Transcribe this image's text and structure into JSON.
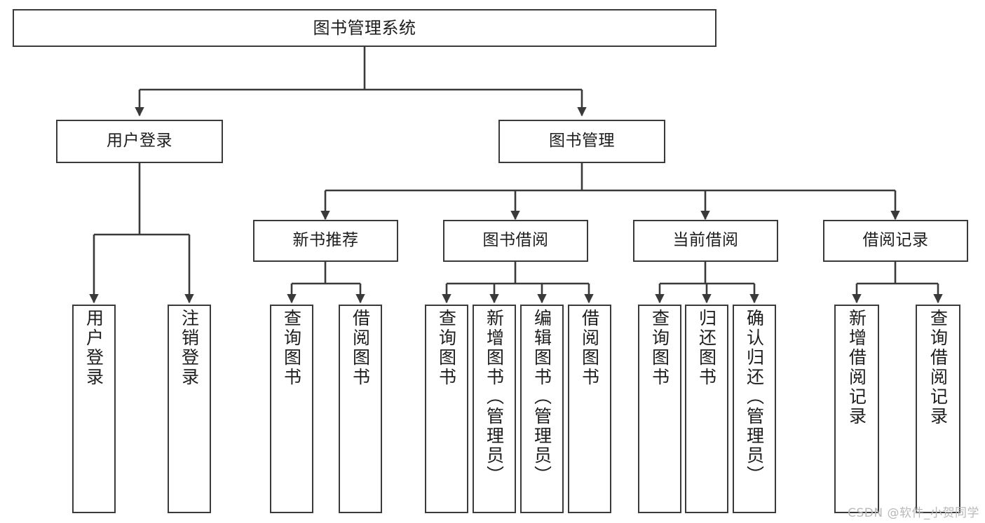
{
  "diagram": {
    "type": "tree-hierarchy",
    "title": "图书管理系统",
    "orientation": "top-down",
    "colors": {
      "box_border": "#3a3a3a",
      "box_fill": "#ffffff",
      "connector": "#3a3a3a",
      "text": "#1d1d1d",
      "watermark": "#b9b9b9",
      "background": "#ffffff"
    },
    "root": {
      "id": "root",
      "label": "图书管理系统"
    },
    "level2": [
      {
        "id": "user-login",
        "label": "用户登录"
      },
      {
        "id": "book-management",
        "label": "图书管理"
      }
    ],
    "level3": [
      {
        "id": "new-book-recommend",
        "label": "新书推荐",
        "parent": "book-management"
      },
      {
        "id": "book-borrow",
        "label": "图书借阅",
        "parent": "book-management"
      },
      {
        "id": "current-borrow",
        "label": "当前借阅",
        "parent": "book-management"
      },
      {
        "id": "borrow-record",
        "label": "借阅记录",
        "parent": "book-management"
      }
    ],
    "leaves": {
      "user_login": [
        {
          "id": "leaf-user-login",
          "label": "用户登录"
        },
        {
          "id": "leaf-logout",
          "label": "注销登录"
        }
      ],
      "new_book_recommend": [
        {
          "id": "leaf-query-book-1",
          "label": "查询图书"
        },
        {
          "id": "leaf-borrow-book-1",
          "label": "借阅图书"
        }
      ],
      "book_borrow": [
        {
          "id": "leaf-query-book-2",
          "label": "查询图书"
        },
        {
          "id": "leaf-add-book",
          "label": "新增图书（管理员）"
        },
        {
          "id": "leaf-edit-book",
          "label": "编辑图书（管理员）"
        },
        {
          "id": "leaf-borrow-book-2",
          "label": "借阅图书"
        }
      ],
      "current_borrow": [
        {
          "id": "leaf-query-book-3",
          "label": "查询图书"
        },
        {
          "id": "leaf-return-book",
          "label": "归还图书"
        },
        {
          "id": "leaf-confirm-return",
          "label": "确认归还（管理员）"
        }
      ],
      "borrow_record": [
        {
          "id": "leaf-add-record",
          "label": "新增借阅记录"
        },
        {
          "id": "leaf-query-record",
          "label": "查询借阅记录"
        }
      ]
    }
  },
  "watermark": {
    "text": "CSDN @软件_小贺同学"
  }
}
